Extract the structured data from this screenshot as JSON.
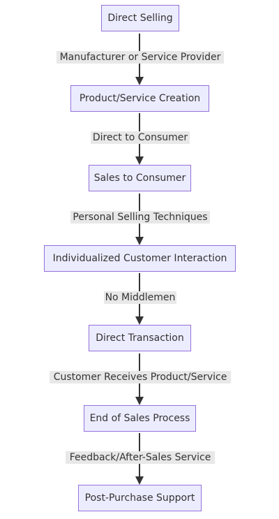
{
  "diagram": {
    "nodes": [
      {
        "id": "direct-selling",
        "label": "Direct Selling"
      },
      {
        "id": "product-service-creation",
        "label": "Product/Service Creation"
      },
      {
        "id": "sales-to-consumer",
        "label": "Sales to Consumer"
      },
      {
        "id": "individualized-customer-interaction",
        "label": "Individualized Customer Interaction"
      },
      {
        "id": "direct-transaction",
        "label": "Direct Transaction"
      },
      {
        "id": "end-of-sales-process",
        "label": "End of Sales Process"
      },
      {
        "id": "post-purchase-support",
        "label": "Post-Purchase Support"
      }
    ],
    "edges": [
      {
        "from": "direct-selling",
        "to": "product-service-creation",
        "label": "Manufacturer or Service Provider"
      },
      {
        "from": "product-service-creation",
        "to": "sales-to-consumer",
        "label": "Direct to Consumer"
      },
      {
        "from": "sales-to-consumer",
        "to": "individualized-customer-interaction",
        "label": "Personal Selling Techniques"
      },
      {
        "from": "individualized-customer-interaction",
        "to": "direct-transaction",
        "label": "No Middlemen"
      },
      {
        "from": "direct-transaction",
        "to": "end-of-sales-process",
        "label": "Customer Receives Product/Service"
      },
      {
        "from": "end-of-sales-process",
        "to": "post-purchase-support",
        "label": "Feedback/After-Sales Service"
      }
    ],
    "colors": {
      "node_fill": "#ececff",
      "node_border": "#9370db",
      "edge": "#333333",
      "label_background": "#e8e8e8",
      "text": "#333333"
    }
  }
}
